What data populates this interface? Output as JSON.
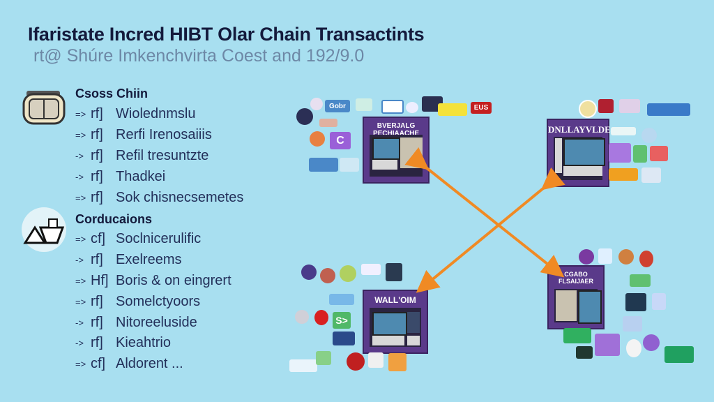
{
  "header": {
    "title": "Ifaristate Incred HIBT Olar Chain Transactints",
    "subtitle": "rt@ Shúre Imkenchvirta Coest and 192/9.0"
  },
  "sections": [
    {
      "heading": "Csoss Chiin",
      "icon": "wallet-icon",
      "items": [
        {
          "arrow": "=>",
          "mark": "rf]",
          "label": "Wiolednmslu"
        },
        {
          "arrow": "=>",
          "mark": "rf]",
          "label": "Rerfi Irenosaiiis"
        },
        {
          "arrow": "->",
          "mark": "rf]",
          "label": "Refil tresuntzte"
        },
        {
          "arrow": "->",
          "mark": "rf]",
          "label": "Thadkei"
        },
        {
          "arrow": "=>",
          "mark": "rf]",
          "label": "Sok chisnecsemetes"
        }
      ]
    },
    {
      "heading": "Corducaions",
      "icon": "house-shop-icon",
      "items": [
        {
          "arrow": "=>",
          "mark": "cf]",
          "label": "Soclnicerulific"
        },
        {
          "arrow": "->",
          "mark": "rf]",
          "label": "Exelreems"
        },
        {
          "arrow": "=>",
          "mark": "Hf]",
          "label": "Boris & on eingrert"
        },
        {
          "arrow": "=>",
          "mark": "rf]",
          "label": "Somelctyoors"
        },
        {
          "arrow": "->",
          "mark": "rf]",
          "label": "Nitoreeluside"
        },
        {
          "arrow": "->",
          "mark": "rf]",
          "label": "Kieahtrio"
        },
        {
          "arrow": "=>",
          "mark": "cf]",
          "label": "Aldorent ..."
        }
      ]
    }
  ],
  "stores": [
    {
      "sign": "BVERJALG PECHIAACHE"
    },
    {
      "sign": "DNLLAYVLDE"
    },
    {
      "sign": "WALL'OIM"
    },
    {
      "sign": "CGABO FLSAIJAER"
    }
  ],
  "logos": {
    "gobr": "Gobr",
    "c": "C",
    "s": "S>",
    "red": "EUS"
  },
  "colors": {
    "background": "#a8dff0",
    "arrow": "#f08a24",
    "store": "#5a3a8a"
  }
}
